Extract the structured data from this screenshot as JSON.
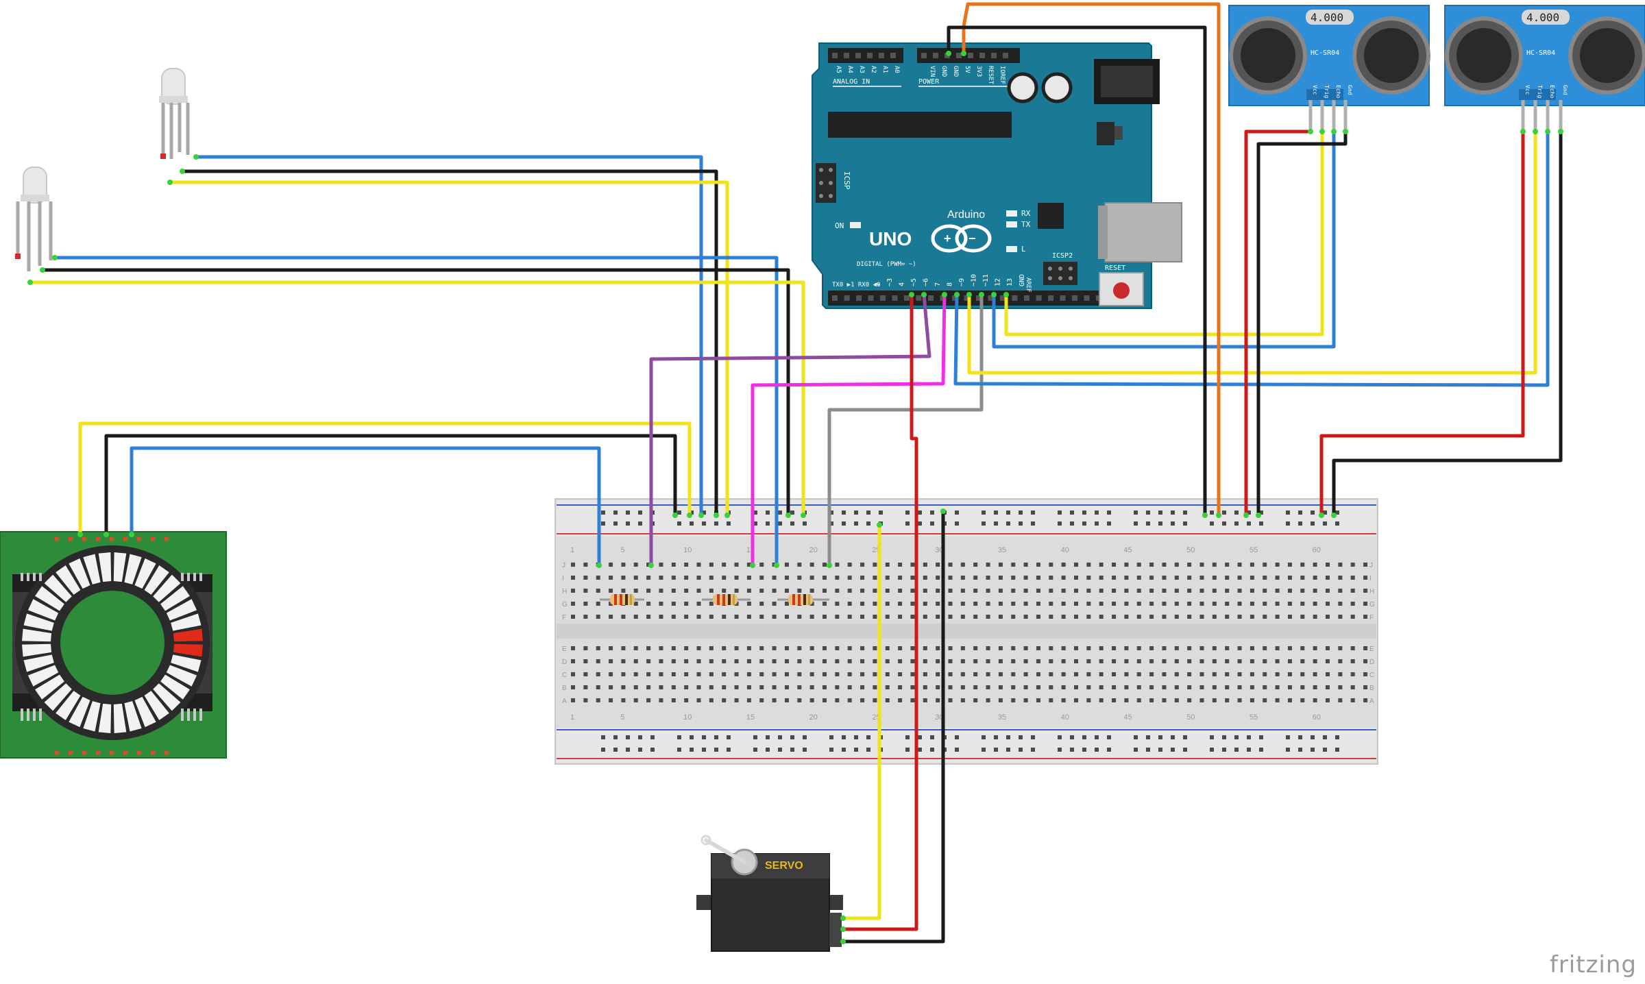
{
  "watermark": "fritzing",
  "arduino": {
    "brand": "Arduino",
    "model": "UNO",
    "on_label": "ON",
    "tx_label": "TX",
    "rx_label": "RX",
    "l_label": "L",
    "icsp_label": "ICSP",
    "icsp2_label": "ICSP2",
    "reset_label": "RESET",
    "analog_label": "ANALOG IN",
    "power_label": "POWER",
    "digital_label": "DIGITAL (PWM= ~)",
    "aref_label": "AREF",
    "gnd_label": "GND",
    "txrx_label": "TX0 ▶1  RX0 ◀0",
    "power_pins": [
      "IOREF",
      "RESET",
      "3V3",
      "5V",
      "GND",
      "GND",
      "VIN"
    ],
    "analog_pins": [
      "A0",
      "A1",
      "A2",
      "A3",
      "A4",
      "A5"
    ],
    "digital_pins": [
      "13",
      "12",
      "~11",
      "~10",
      "~9",
      "8",
      "7",
      "~6",
      "~5",
      "4",
      "~3",
      "2"
    ]
  },
  "sensors": [
    {
      "label": "HC-SR04",
      "crystal": "4.000",
      "pins": [
        "Vcc",
        "Trig",
        "Echo",
        "Gnd"
      ]
    },
    {
      "label": "HC-SR04",
      "crystal": "4.000",
      "pins": [
        "Vcc",
        "Trig",
        "Echo",
        "Gnd"
      ]
    }
  ],
  "servo": {
    "label": "SERVO"
  },
  "breadboard": {
    "column_numbers": [
      "1",
      "5",
      "10",
      "15",
      "20",
      "25",
      "30",
      "35",
      "40",
      "45",
      "50",
      "55",
      "60"
    ],
    "rows_top": [
      "J",
      "I",
      "H",
      "G",
      "F"
    ],
    "rows_bottom": [
      "E",
      "D",
      "C",
      "B",
      "A"
    ]
  },
  "wire_colors": {
    "red": "#cc1a1a",
    "black": "#1a1a1a",
    "blue": "#2f7fd6",
    "yellow": "#f2e21a",
    "orange": "#e8731a",
    "purple": "#8f4aa1",
    "magenta": "#ef2fe6",
    "gray": "#8c8c8c"
  }
}
